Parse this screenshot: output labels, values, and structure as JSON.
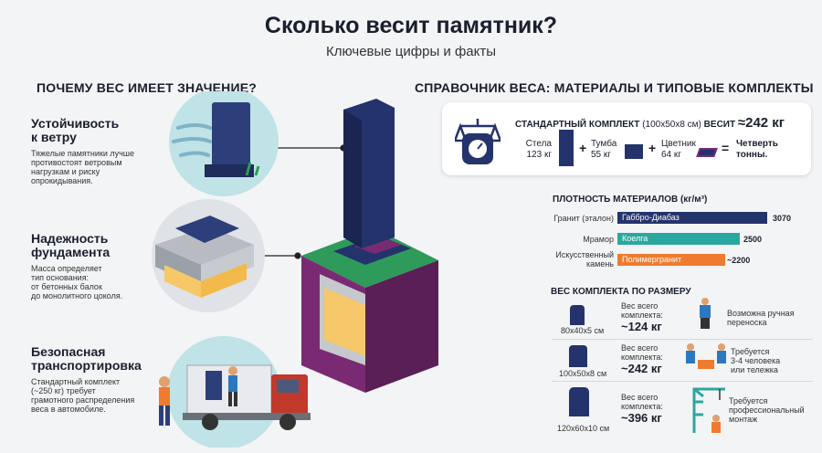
{
  "title": "Сколько весит памятник?",
  "subtitle": "Ключевые цифры и факты",
  "left": {
    "heading": "ПОЧЕМУ ВЕС ИМЕЕТ ЗНАЧЕНИЕ?",
    "items": [
      {
        "title_l1": "Устойчивость",
        "title_l2": "к ветру",
        "desc": [
          "Тяжелые памятники лучше",
          "противостоят ветровым",
          "нагрузкам и риску",
          "опрокидывания."
        ]
      },
      {
        "title_l1": "Надежность",
        "title_l2": "фундамента",
        "desc": [
          "Масса определяет",
          "тип основания:",
          "от бетонных балок",
          "до монолитного цоколя."
        ]
      },
      {
        "title_l1": "Безопасная",
        "title_l2": "транспортировка",
        "desc": [
          "Стандартный комплект",
          "(~250 кг) требует",
          "грамотного распределения",
          "веса в автомобиле."
        ]
      }
    ]
  },
  "right": {
    "heading": "СПРАВОЧНИК ВЕСА: МАТЕРИАЛЫ И ТИПОВЫЕ КОМПЛЕКТЫ",
    "standard": {
      "label": "СТАНДАРТНЫЙ КОМПЛЕКТ",
      "dims": "(100x50x8 см)",
      "weighs": "ВЕСИТ",
      "total": "≈242 кг",
      "stela_l1": "Стела",
      "stela_l2": "123 кг",
      "plus1": "+",
      "tumba_l1": "Тумба",
      "tumba_l2": "55 кг",
      "plus2": "+",
      "cvetnik_l1": "Цветник",
      "cvetnik_l2": "64 кг",
      "eq": "=",
      "result_l1": "Четверть",
      "result_l2": "тонны."
    },
    "density": {
      "heading": "ПЛОТНОСТЬ МАТЕРИАЛОВ (кг/м³)",
      "rows": [
        {
          "label_l1": "Гранит (эталон)",
          "label_l2": "",
          "bar": "Габбро-Диабаз",
          "value": 3070,
          "value_text": "3070",
          "color": "#24336b"
        },
        {
          "label_l1": "Мрамор",
          "label_l2": "",
          "bar": "Коелга",
          "value": 2500,
          "value_text": "2500",
          "color": "#2aa8a0"
        },
        {
          "label_l1": "Искусственный",
          "label_l2": "камень",
          "bar": "Полимергранит",
          "value": 2200,
          "value_text": "~2200",
          "color": "#ee7b30"
        }
      ]
    },
    "sizes": {
      "heading": "ВЕС КОМПЛЕКТА ПО РАЗМЕРУ",
      "rows": [
        {
          "size": "80x40x5 см",
          "w_l1": "Вес всего",
          "w_l2": "комплекта:",
          "weight": "~124 кг",
          "note_l1": "Возможна ручная",
          "note_l2": "переноска",
          "note_l3": ""
        },
        {
          "size": "100x50x8 см",
          "w_l1": "Вес всего",
          "w_l2": "комплекта:",
          "weight": "~242 кг",
          "note_l1": "Требуется",
          "note_l2": "3-4 человека",
          "note_l3": "или тележка"
        },
        {
          "size": "120x60x10 см",
          "w_l1": "Вес всего",
          "w_l2": "комплекта:",
          "weight": "~396 кг",
          "note_l1": "Требуется",
          "note_l2": "профессиональный",
          "note_l3": "монтаж"
        }
      ]
    }
  },
  "colors": {
    "navy": "#24336b",
    "teal": "#2aa8a0",
    "orange": "#ee7b30",
    "purple": "#6b2a6e",
    "green": "#2e9b5a"
  },
  "icons": [
    "wind-icon",
    "scale-icon",
    "stela-icon",
    "tumba-icon",
    "cvetnik-icon",
    "truck-icon",
    "worker-icon",
    "crane-icon"
  ]
}
